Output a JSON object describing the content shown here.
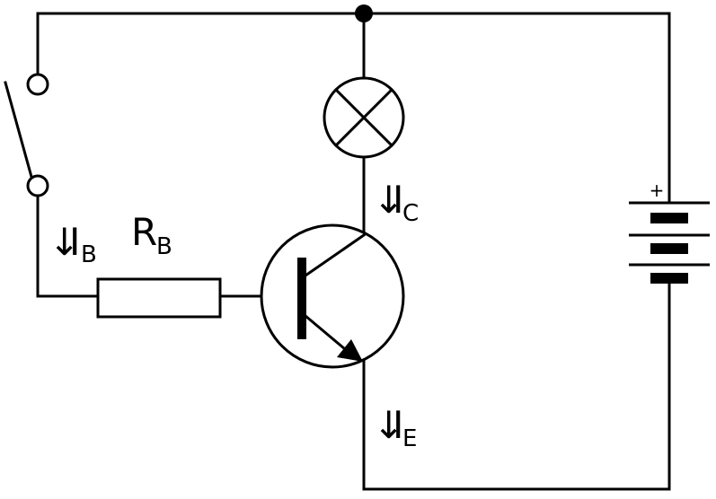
{
  "colors": {
    "line": "#000000",
    "background": "#ffffff"
  },
  "labels": {
    "ib_arrow": "↓",
    "ib_main": "I",
    "ib_sub": "B",
    "rb_main": "R",
    "rb_sub": "B",
    "ic_arrow": "↓",
    "ic_main": "I",
    "ic_sub": "C",
    "ie_arrow": "↓",
    "ie_main": "I",
    "ie_sub": "E",
    "battery_plus": "+"
  },
  "components": {
    "switch": "switch-symbol",
    "resistor": "resistor-symbol",
    "lamp": "lamp-symbol",
    "transistor": "npn-transistor-symbol",
    "battery": "battery-symbol"
  }
}
